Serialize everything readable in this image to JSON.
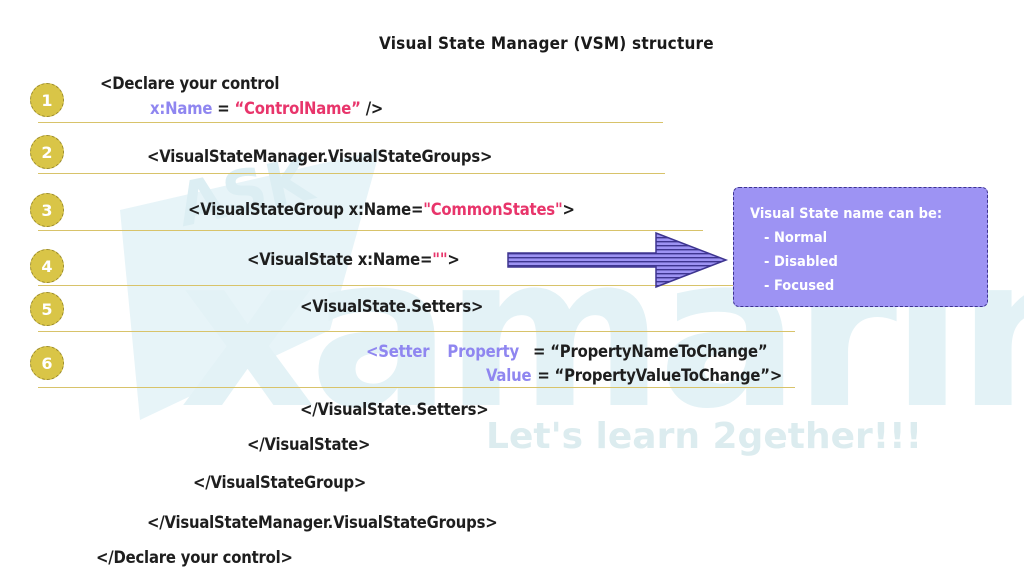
{
  "title": "Visual State Manager (VSM) structure",
  "steps": [
    "1",
    "2",
    "3",
    "4",
    "5",
    "6"
  ],
  "lines": {
    "l1a": "<Declare your control",
    "l1b_attr": "x:Name",
    "l1b_eq": " = ",
    "l1b_val": "“ControlName”",
    "l1b_end": " />",
    "l2": "<VisualStateManager.VisualStateGroups>",
    "l3_start": "<VisualStateGroup x:Name=",
    "l3_val": "\"CommonStates\"",
    "l3_end": ">",
    "l4_start": "<VisualState x:Name=",
    "l4_val": "\"\"",
    "l4_end": ">",
    "l5": "<VisualState.Setters>",
    "l6_open": "<",
    "l6_setter": "Setter",
    "l6_property": "Property",
    "l6_prop_val": "= “PropertyNameToChange”",
    "l6_value": "Value",
    "l6_value_val": "= “PropertyValueToChange”>",
    "c5": "</VisualState.Setters>",
    "c4": "</VisualState>",
    "c3": "</VisualStateGroup>",
    "c2": "</VisualStateManager.VisualStateGroups>",
    "c1": "</Declare your control>"
  },
  "callout": {
    "heading": "Visual State name can be:",
    "items": [
      "- Normal",
      "- Disabled",
      "- Focused"
    ]
  },
  "watermark": {
    "ask": "ASK",
    "brand": "xamarin",
    "tagline": "Let's learn 2gether!!!"
  },
  "colors": {
    "badge": "#d9c547",
    "rule": "#d8c36a",
    "attr": "#8f86f0",
    "value": "#e8356b",
    "callout": "#9d93f3",
    "watermark": "#e3f3f7"
  }
}
